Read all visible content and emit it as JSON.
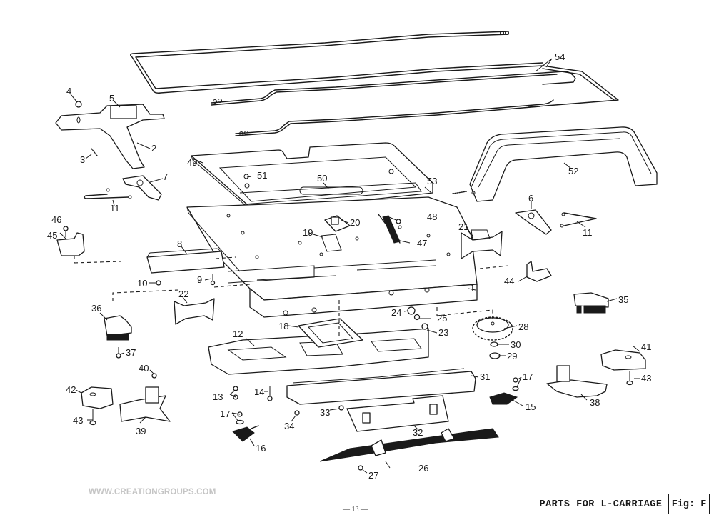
{
  "document": {
    "title": "PARTS FOR L-CARRIAGE",
    "figure": "Fig: F",
    "page_number": "— 13 —",
    "watermark": "WWW.CREATIONGROUPS.COM"
  },
  "callouts": [
    {
      "id": "p1",
      "label": "1"
    },
    {
      "id": "p2",
      "label": "2"
    },
    {
      "id": "p3",
      "label": "3"
    },
    {
      "id": "p4",
      "label": "4"
    },
    {
      "id": "p5",
      "label": "5"
    },
    {
      "id": "p6",
      "label": "6"
    },
    {
      "id": "p7",
      "label": "7"
    },
    {
      "id": "p8",
      "label": "8"
    },
    {
      "id": "p9",
      "label": "9"
    },
    {
      "id": "p10",
      "label": "10"
    },
    {
      "id": "p11a",
      "label": "11"
    },
    {
      "id": "p11b",
      "label": "11"
    },
    {
      "id": "p12",
      "label": "12"
    },
    {
      "id": "p13",
      "label": "13"
    },
    {
      "id": "p14",
      "label": "14"
    },
    {
      "id": "p15",
      "label": "15"
    },
    {
      "id": "p16",
      "label": "16"
    },
    {
      "id": "p17a",
      "label": "17"
    },
    {
      "id": "p17b",
      "label": "17"
    },
    {
      "id": "p18",
      "label": "18"
    },
    {
      "id": "p19",
      "label": "19"
    },
    {
      "id": "p20",
      "label": "20"
    },
    {
      "id": "p21",
      "label": "21"
    },
    {
      "id": "p22",
      "label": "22"
    },
    {
      "id": "p23",
      "label": "23"
    },
    {
      "id": "p24",
      "label": "24"
    },
    {
      "id": "p25",
      "label": "25"
    },
    {
      "id": "p26",
      "label": "26"
    },
    {
      "id": "p27",
      "label": "27"
    },
    {
      "id": "p28",
      "label": "28"
    },
    {
      "id": "p29",
      "label": "29"
    },
    {
      "id": "p30",
      "label": "30"
    },
    {
      "id": "p31",
      "label": "31"
    },
    {
      "id": "p32",
      "label": "32"
    },
    {
      "id": "p33",
      "label": "33"
    },
    {
      "id": "p34",
      "label": "34"
    },
    {
      "id": "p35",
      "label": "35"
    },
    {
      "id": "p36",
      "label": "36"
    },
    {
      "id": "p37",
      "label": "37"
    },
    {
      "id": "p38",
      "label": "38"
    },
    {
      "id": "p39",
      "label": "39"
    },
    {
      "id": "p40",
      "label": "40"
    },
    {
      "id": "p41",
      "label": "41"
    },
    {
      "id": "p42",
      "label": "42"
    },
    {
      "id": "p43a",
      "label": "43"
    },
    {
      "id": "p43b",
      "label": "43"
    },
    {
      "id": "p44",
      "label": "44"
    },
    {
      "id": "p45",
      "label": "45"
    },
    {
      "id": "p46",
      "label": "46"
    },
    {
      "id": "p47",
      "label": "47"
    },
    {
      "id": "p48",
      "label": "48"
    },
    {
      "id": "p49",
      "label": "49"
    },
    {
      "id": "p50",
      "label": "50"
    },
    {
      "id": "p51",
      "label": "51"
    },
    {
      "id": "p52",
      "label": "52"
    },
    {
      "id": "p53",
      "label": "53"
    },
    {
      "id": "p54",
      "label": "54"
    }
  ]
}
